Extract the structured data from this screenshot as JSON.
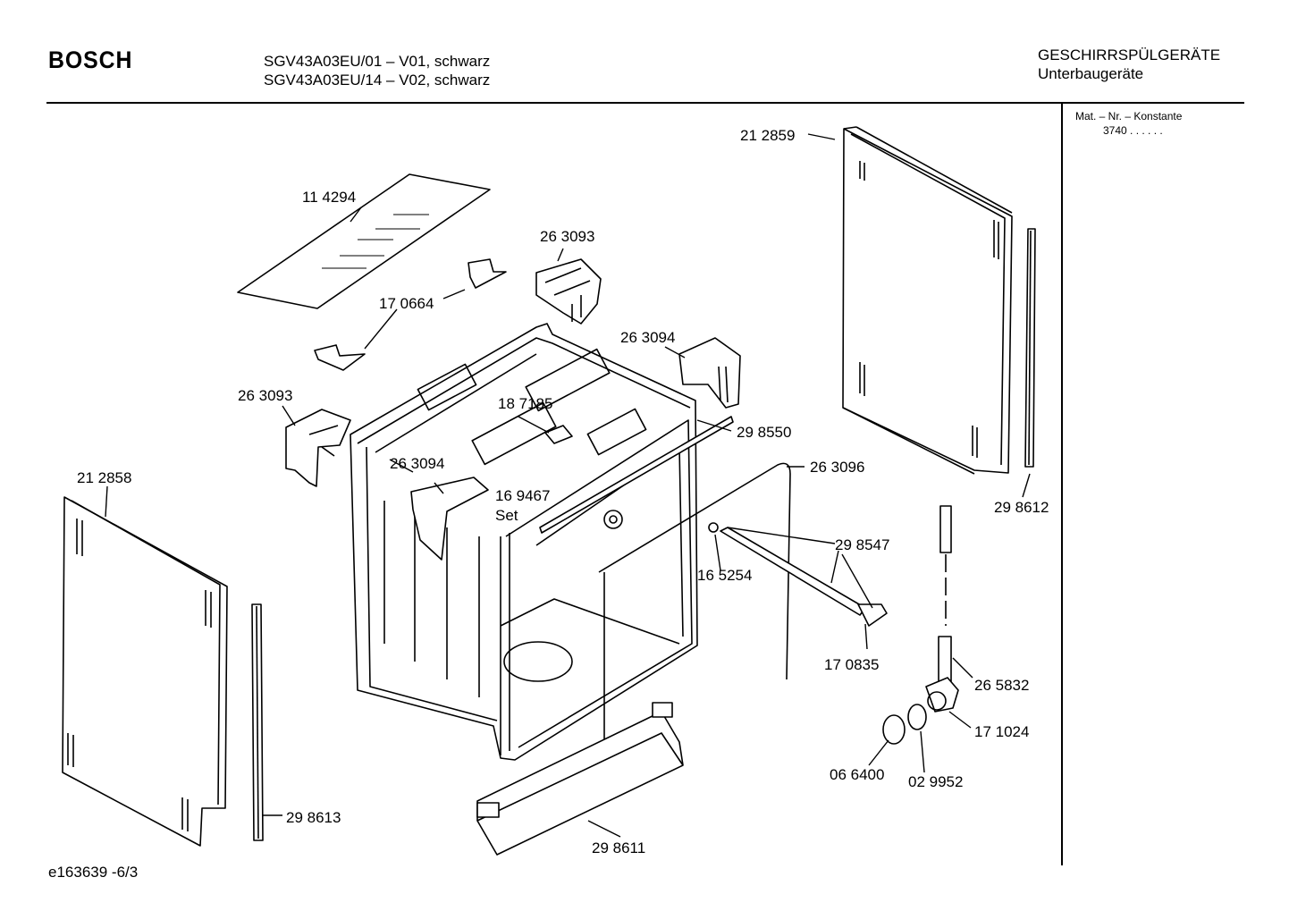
{
  "header": {
    "brand": "BOSCH",
    "model_lines": [
      "SGV43A03EU/01 – V01, schwarz",
      "SGV43A03EU/14 – V02, schwarz"
    ],
    "category": "GESCHIRRSPÜLGERÄTE",
    "subcategory": "Unterbaugeräte"
  },
  "side_panel": {
    "heading": "Mat. – Nr. – Konstante",
    "value": "3740 . .   . . . ."
  },
  "footer": {
    "document_code": "e163639 -6/3"
  },
  "part_labels": [
    "21 2859",
    "11 4294",
    "26 3093",
    "17 0664",
    "26 3094",
    "26 3093",
    "18 7185",
    "29 8550",
    "26 3094",
    "26 3096",
    "21 2858",
    "16 9467",
    "Set",
    "29 8547",
    "16 5254",
    "29 8612",
    "17 0835",
    "26 5832",
    "17 1024",
    "06 6400",
    "02 9952",
    "29 8613",
    "29 8611"
  ]
}
